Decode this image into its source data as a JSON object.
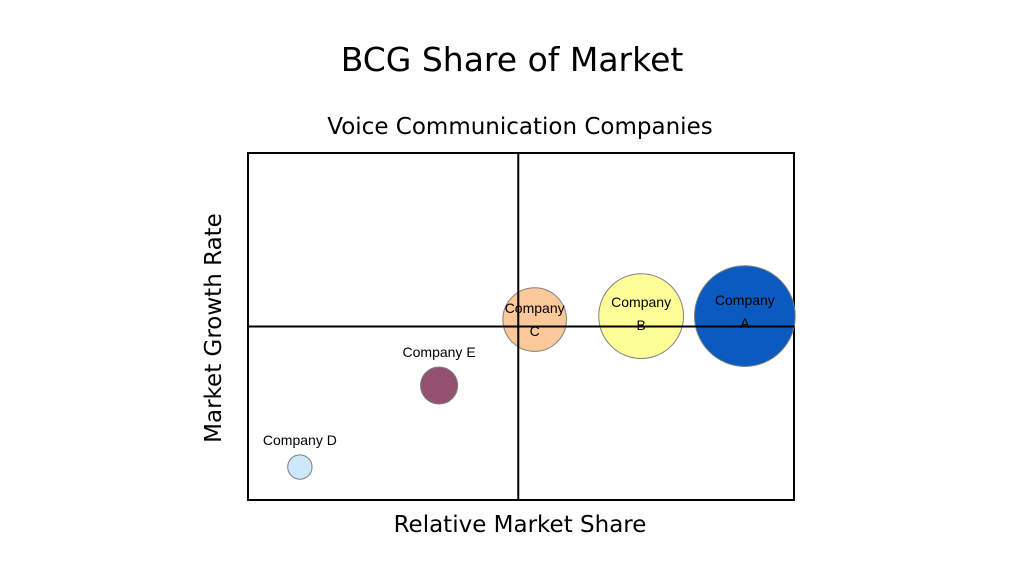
{
  "chart_data": {
    "type": "bubble",
    "title": "BCG Share of Market",
    "subtitle": "Voice Communication Companies",
    "xlabel": "Relative Market Share",
    "ylabel": "Market Growth Rate",
    "xlim": [
      0,
      10
    ],
    "ylim": [
      0,
      10
    ],
    "quadrant_dividers": {
      "x": 4.95,
      "y": 5
    },
    "grid": false,
    "legend": "none",
    "points": [
      {
        "label_lines": [
          "Company",
          "A"
        ],
        "x": 9.1,
        "y": 5.3,
        "size": 9.5,
        "color": "#0B5AC0",
        "label_pos": "inside-top"
      },
      {
        "label_lines": [
          "Company",
          "B"
        ],
        "x": 7.2,
        "y": 5.3,
        "size": 8.0,
        "color": "#FEFE99",
        "label_pos": "inside-top"
      },
      {
        "label_lines": [
          "Company",
          "C"
        ],
        "x": 5.25,
        "y": 5.2,
        "size": 6.0,
        "color": "#FBC899",
        "label_pos": "inside"
      },
      {
        "label_lines": [
          "Company D"
        ],
        "x": 0.95,
        "y": 0.95,
        "size": 2.3,
        "color": "#CDE8FB",
        "label_pos": "above"
      },
      {
        "label_lines": [
          "Company E"
        ],
        "x": 3.5,
        "y": 3.3,
        "size": 3.5,
        "color": "#94506F",
        "label_pos": "above"
      }
    ]
  }
}
